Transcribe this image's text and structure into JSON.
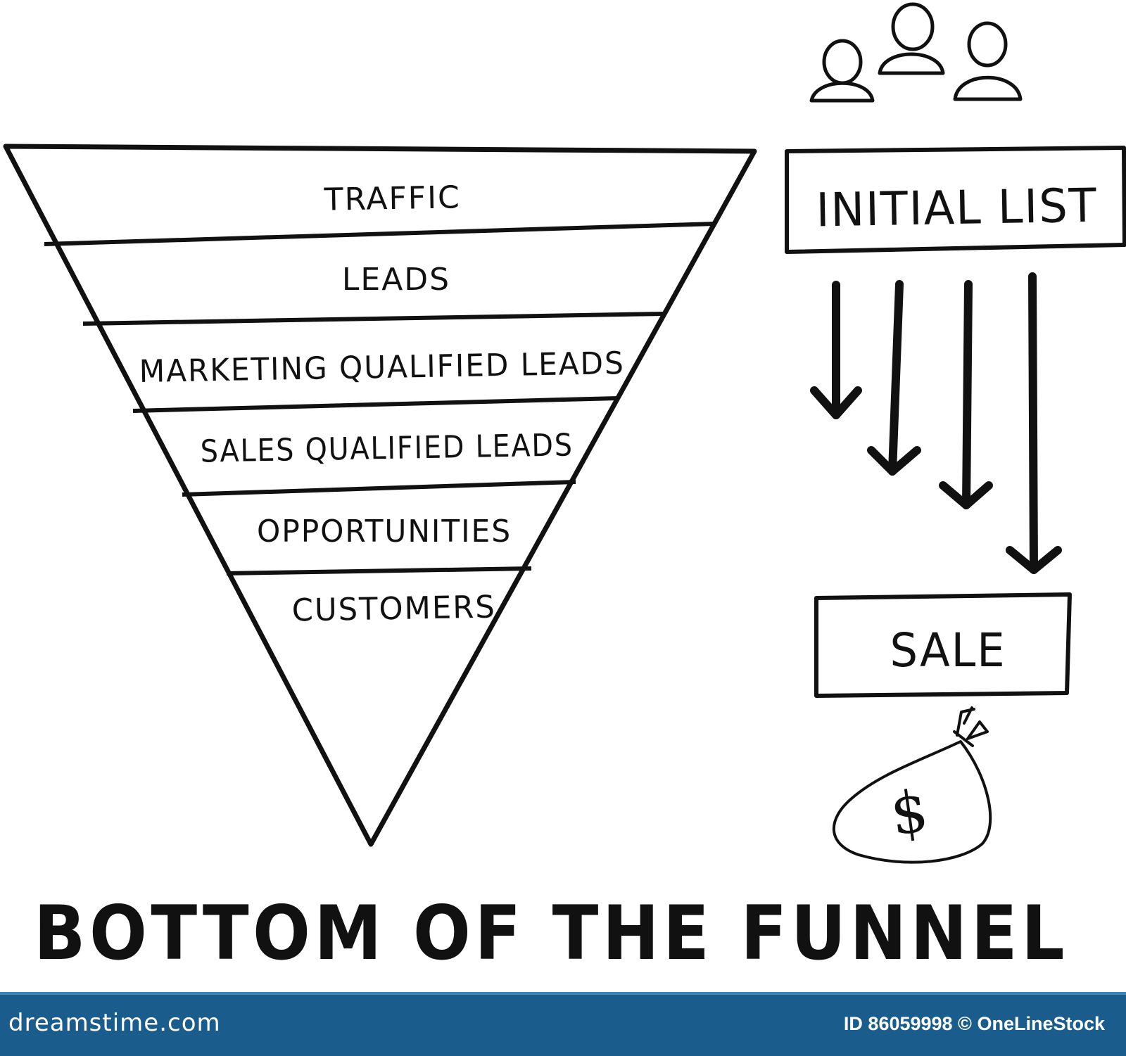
{
  "funnel": {
    "stages": [
      "TRAFFIC",
      "LEADS",
      "MARKETING QUALIFIED LEADS",
      "SALES QUALIFIED LEADS",
      "OPPORTUNITIES",
      "CUSTOMERS"
    ]
  },
  "flow": {
    "start_label": "INITIAL LIST",
    "end_label": "SALE",
    "money_symbol": "$"
  },
  "title": "BOTTOM OF THE FUNNEL",
  "footer": {
    "logo": "dreamstime.com",
    "credit": "ID 86059998 © OneLineStock"
  },
  "colors": {
    "ink": "#111111",
    "footer_bg": "#1a5d8c"
  },
  "icons": [
    "people-icon",
    "arrow-down-icon",
    "money-bag-icon"
  ]
}
